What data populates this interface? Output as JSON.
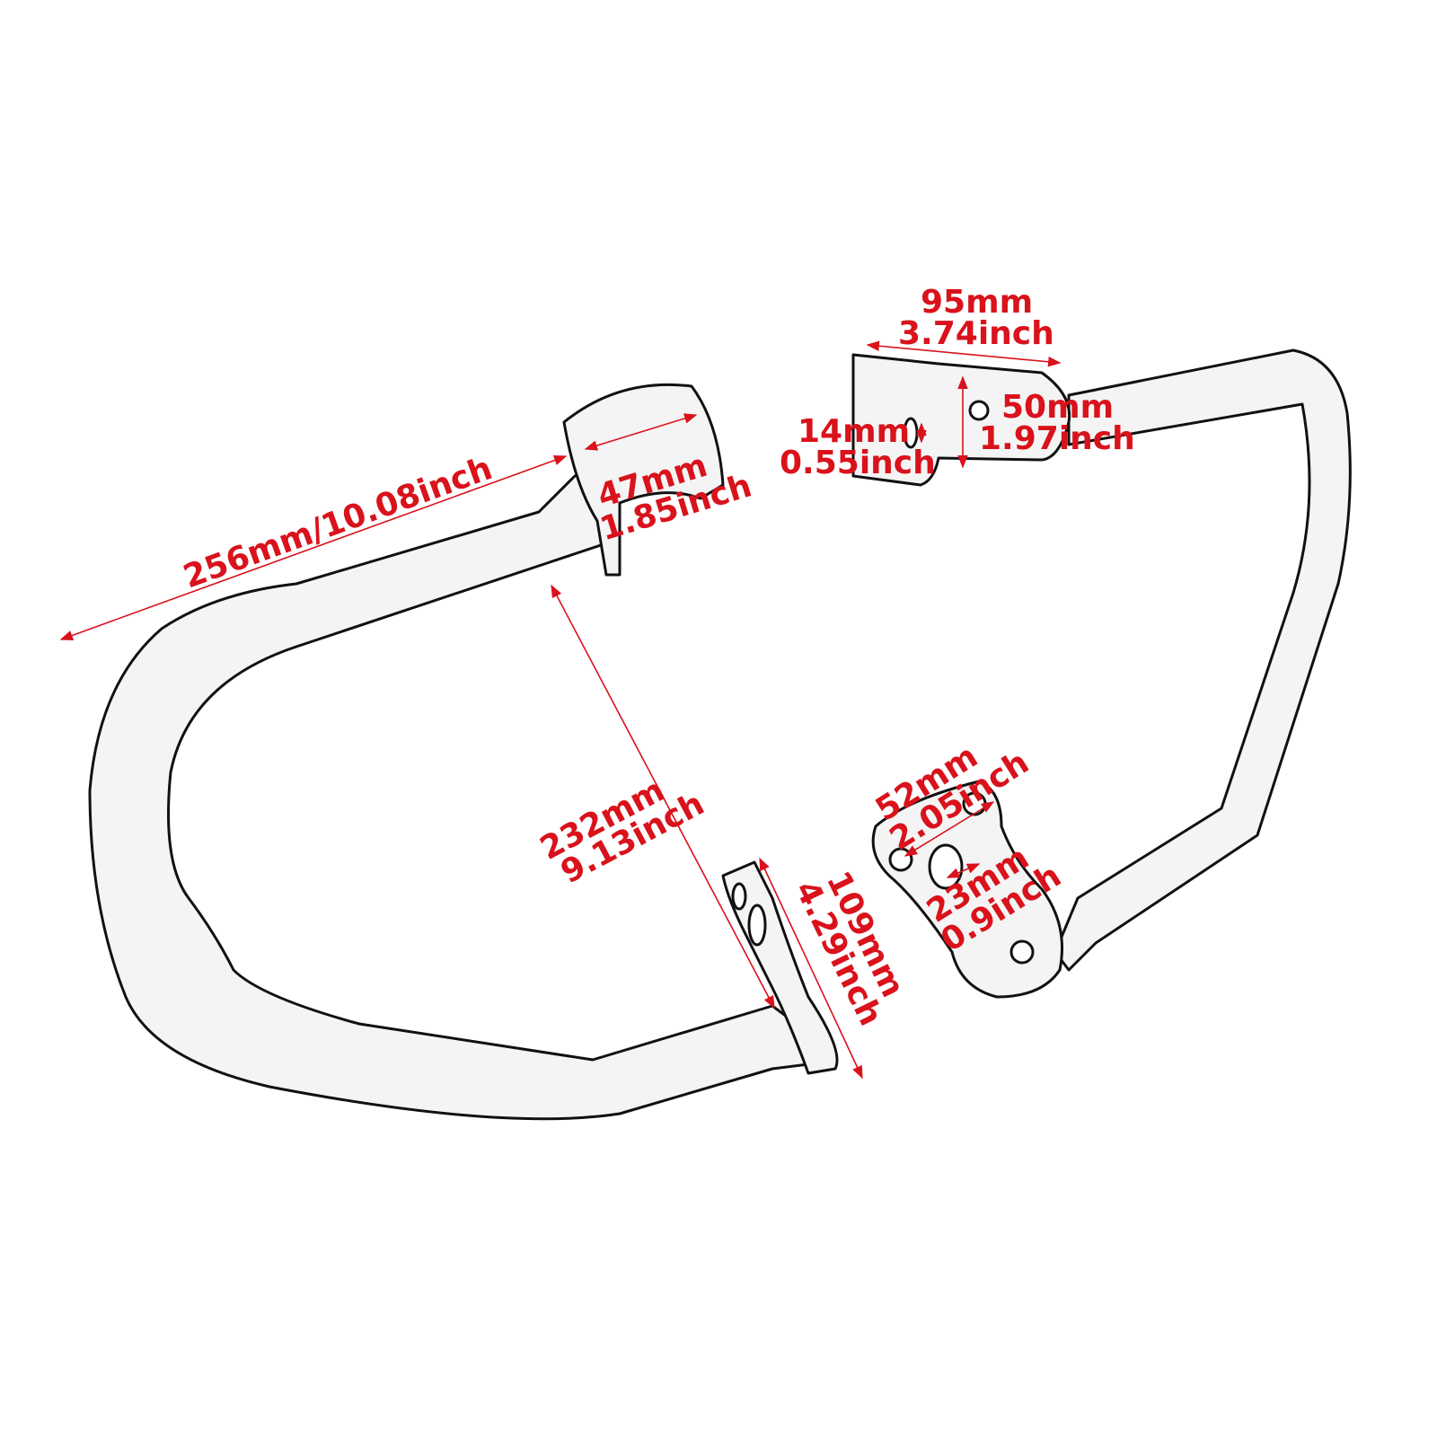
{
  "diagram": {
    "subject": "crash-bar-engine-guard",
    "accent_color": "#d9121b",
    "outline_color": "#111111",
    "dimensions": {
      "overall_length": {
        "label": "256mm/10.08inch"
      },
      "clamp_width": {
        "mm": "47mm",
        "inch": "1.85inch"
      },
      "top_bracket_length": {
        "mm": "95mm",
        "inch": "3.74inch"
      },
      "top_bracket_height": {
        "mm": "50mm",
        "inch": "1.97inch"
      },
      "slot_hole": {
        "mm": "14mm",
        "inch": "0.55inch"
      },
      "inner_span": {
        "mm": "232mm",
        "inch": "9.13inch"
      },
      "lower_plate_length": {
        "mm": "109mm",
        "inch": "4.29inch"
      },
      "hole_spacing": {
        "mm": "52mm",
        "inch": "2.05inch"
      },
      "center_hole": {
        "mm": "23mm",
        "inch": "0.9inch"
      }
    }
  }
}
